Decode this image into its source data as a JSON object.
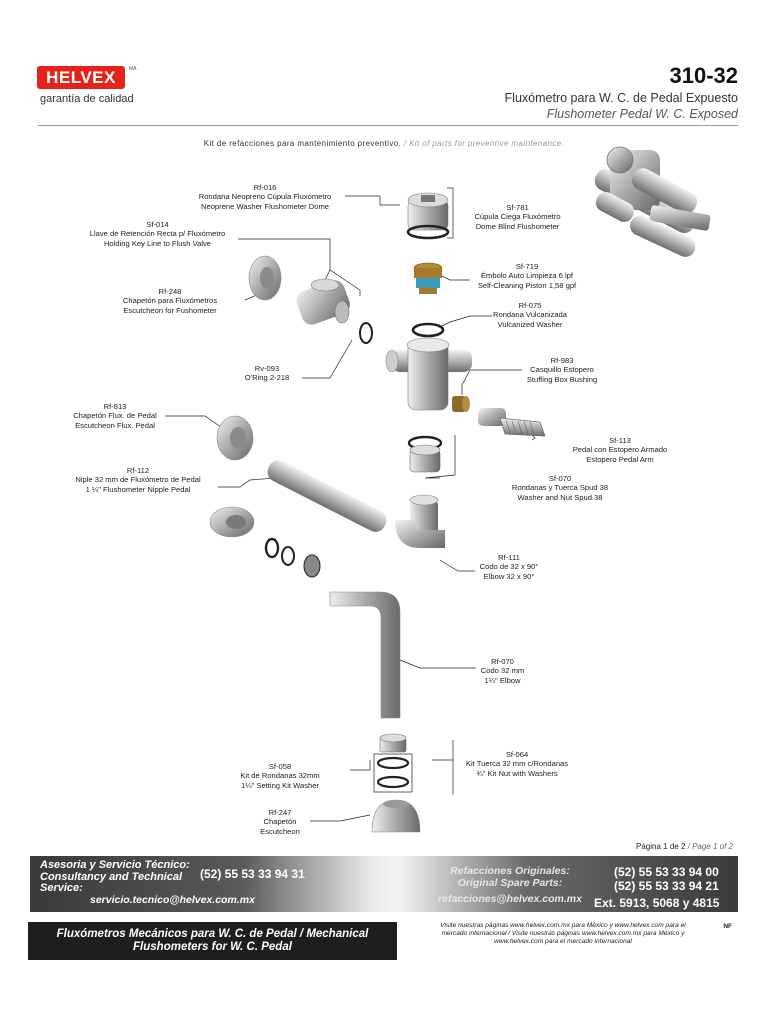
{
  "header": {
    "brand": "HELVEX",
    "brand_mark": "MA",
    "tagline": "garantía de calidad",
    "model": "310-32",
    "title_es": "Fluxómetro para W. C. de Pedal Expuesto",
    "title_en": "Flushometer Pedal W. C. Exposed",
    "kit_es": "Kit de refacciones para mantenimiento preventivo.",
    "kit_en": "/ Kit of parts for preventive maintenance."
  },
  "parts": [
    {
      "code": "Rf-016",
      "es": "Rondana Neopreno Cúpula Fluxómetro",
      "en": "Neoprene Washer Flushometer Dome"
    },
    {
      "code": "Sf-014",
      "es": "Llave de Retención Recta p/ Fluxómetro",
      "en": "Holding Key Line to Flush Valve"
    },
    {
      "code": "Rf-248",
      "es": "Chapetón para Fluxómetros",
      "en": "Escutcheon for Fushometer"
    },
    {
      "code": "Sf-781",
      "es": "Cúpula Ciega Fluxómetro",
      "en": "Dome Blind Flushometer"
    },
    {
      "code": "Sf-719",
      "es": "Émbolo Auto Limpieza 6 lpf",
      "en": "Self-Cleaning Piston 1,58 gpf"
    },
    {
      "code": "Rf-075",
      "es": "Rondana Vulcanizada",
      "en": "Vulcanized Washer"
    },
    {
      "code": "Rv-093",
      "es": "O'Ring 2-218",
      "en": ""
    },
    {
      "code": "Rf-983",
      "es": "Casquillo Estopero",
      "en": "Stuffing Box Bushing"
    },
    {
      "code": "Rf-813",
      "es": "Chapetón Flux. de Pedal",
      "en": "Escutcheon Flux. Pedal"
    },
    {
      "code": "Sf-113",
      "es": "Pedal con Estopero Armado",
      "en": "Estopero Pedal Arm"
    },
    {
      "code": "Rf-112",
      "es": "Niple 32 mm de Fluxómetro de Pedal",
      "en": "1 ¼\" Flushometer Nipple Pedal"
    },
    {
      "code": "Sf-070",
      "es": "Rondanas y Tuerca Spud 38",
      "en": "Washer and Nut Spud 38"
    },
    {
      "code": "Rf-111",
      "es": "Codo de 32 x 90°",
      "en": "Elbow 32 x 90°"
    },
    {
      "code": "Rf-070",
      "es": "Codo 32 mm",
      "en": "1¼\" Elbow"
    },
    {
      "code": "Sf-064",
      "es": "Kit Tuerca 32 mm c/Rondanas",
      "en": "¾\" Kit Nut with Washers"
    },
    {
      "code": "Sf-058",
      "es": "Kit de Rondanas 32mm",
      "en": "1¼\" Setting Kit Washer"
    },
    {
      "code": "Rf-247",
      "es": "Chapetón",
      "en": "Escutcheon"
    }
  ],
  "page": {
    "es": "Página 1 de 2",
    "en": "/ Page 1 of 2"
  },
  "service": {
    "title_es": "Asesoria y Servicio Técnico:",
    "title_en_1": "Consultancy and Technical",
    "title_en_2": "Service:",
    "phone": "(52) 55 53 33 94 31",
    "email": "servicio.tecnico@helvex.com.mx",
    "parts_es": "Refacciones Originales:",
    "parts_en": "Original Spare Parts:",
    "parts_email": "refacciones@helvex.com.mx",
    "phone2": "(52) 55 53 33 94 00",
    "phone3": "(52) 55 53 33 94 21",
    "ext": "Ext. 5913, 5068 y 4815"
  },
  "footer": {
    "box_1": "Fluxómetros Mecánicos para W. C. de Pedal / Mechanical",
    "box_2": "Flushometers for W. C. Pedal",
    "visit_1": "Visite nuestras páginas www.helvex.com.mx para México y www.helvex.com para el",
    "visit_2": "mercado internacional / Visite nuestras páginas www.helvex.com.mx para México y",
    "visit_3": "www.helvex.com para el mercado internacional",
    "code": "NF"
  }
}
